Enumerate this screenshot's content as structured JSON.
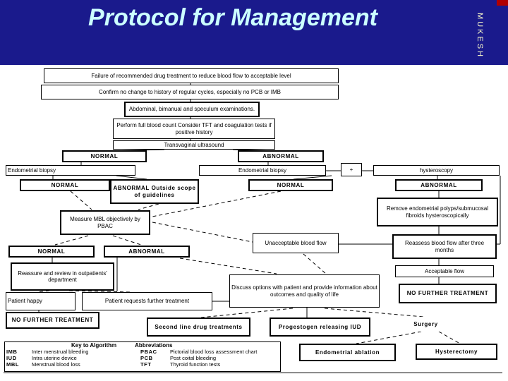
{
  "header": {
    "title": "Protocol for Management",
    "watermark": "MUKESH",
    "bg_color": "#1a1a8c",
    "title_color": "#ccffff",
    "corner_color": "#b00000"
  },
  "flow": {
    "failure": "Failure of recommended drug treatment to reduce blood flow to acceptable level",
    "confirm": "Confirm no change to history of regular cycles, especially no PCB or IMB",
    "exam": "Abdominal, bimanual and speculum examinations.",
    "fbc": "Perform full blood count Consider TFT and coagulation tests if positive history",
    "tvu": "Transvaginal ultrasound",
    "normal1": "NORMAL",
    "abnormal1": "ABNORMAL",
    "biopsy_left": "Endometrial biopsy",
    "biopsy_right": "Endometrial biopsy",
    "plus": "+",
    "hysteroscopy": "hysteroscopy",
    "normal2_left": "NORMAL",
    "abnormal_scope": "ABNORMAL Outside scope of guidelines",
    "normal2_right": "NORMAL",
    "abnormal2_right": "ABNORMAL",
    "remove_polyps": "Remove endometrial polyps/submucosal fibroids hysteroscopically",
    "measure_mbl": "Measure MBL objectively by PBAC",
    "normal3": "NORMAL",
    "abnormal3": "ABNORMAL",
    "unacceptable": "Unacceptable blood flow",
    "reassess": "Reassess blood flow after three months",
    "reassure": "Reassure and review in outpatients' department",
    "acceptable": "Acceptable flow",
    "discuss": "Discuss options with patient and provide information about outcomes and quality of life",
    "nft_right": "NO FURTHER TREATMENT",
    "patient_happy": "Patient happy",
    "patient_requests": "Patient requests further treatment",
    "nft_left": "NO FURTHER TREATMENT",
    "second_line": "Second line drug treatments",
    "iud_box": "Progestogen releasing IUD",
    "surgery": "Surgery",
    "ablation": "Endometrial ablation",
    "hysterectomy": "Hysterectomy"
  },
  "legend": {
    "title1": "Key to Algorithm",
    "title2": "Abbreviations",
    "rows": [
      [
        "IMB",
        "Inter menstrual bleeding",
        "PBAC",
        "Pictorial blood loss assessment chart"
      ],
      [
        "IUD",
        "Intra uterine device",
        "PCB",
        "Post coital bleeding"
      ],
      [
        "MBL",
        "Menstrual blood loss",
        "TFT",
        "Thyroid function tests"
      ]
    ]
  }
}
